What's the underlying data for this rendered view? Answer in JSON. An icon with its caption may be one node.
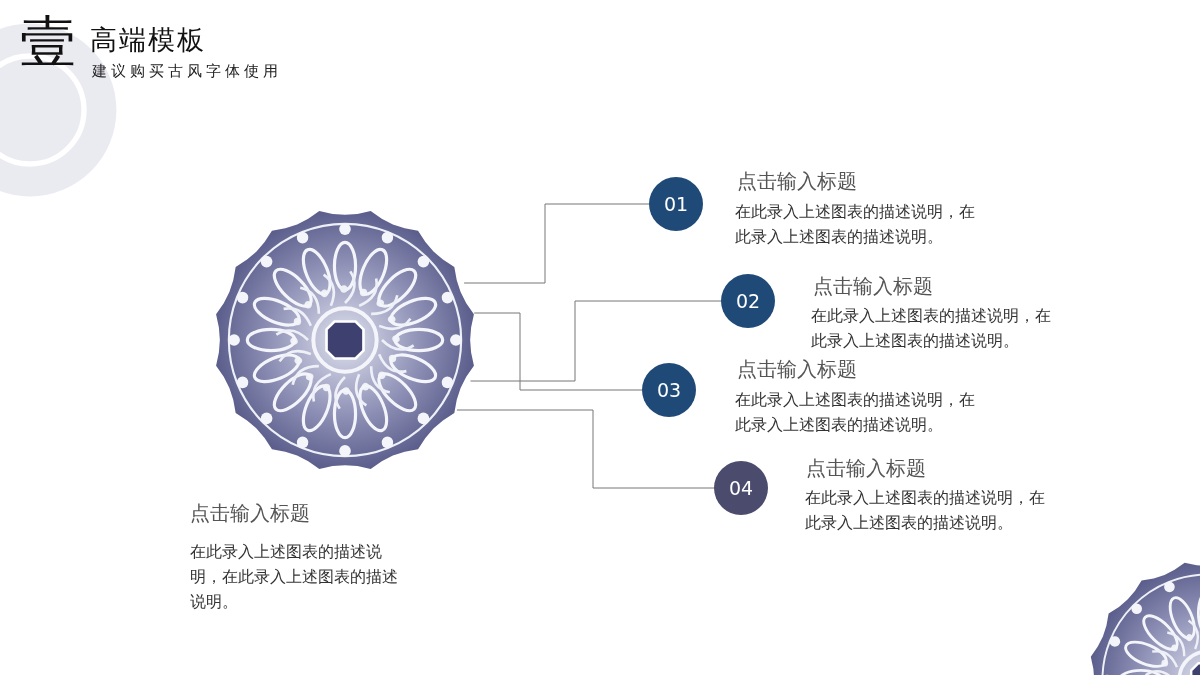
{
  "diagram": {
    "title": "高端模板",
    "nodes": [
      {
        "text": [],
        "shape": "picture",
        "beside": [
          "点击输入标题",
          "在此录入上述图表的描述说明，在此录入上述图表的描述说明。"
        ]
      },
      {
        "text": [
          "01"
        ],
        "beside": [
          "点击输入标题",
          "在此录入上述图表的描述说明，在此录入上述图表的描述说明。"
        ]
      },
      {
        "text": [
          "02"
        ],
        "beside": [
          "点击输入标题",
          "在此录入上述图表的描述说明，在此录入上述图表的描述说明。"
        ]
      },
      {
        "text": [
          "03"
        ],
        "beside": [
          "点击输入标题",
          "在此录入上述图表的描述说明，在此录入上述图表的描述说明。"
        ]
      },
      {
        "text": [
          "04"
        ],
        "beside": [
          "点击输入标题",
          "在此录入上述图表的描述说明，在此录入上述图表的描述说明。"
        ]
      }
    ],
    "edges": [
      {
        "from": 0,
        "to": 1,
        "arrow": "none"
      },
      {
        "from": 0,
        "to": 2,
        "arrow": "none"
      },
      {
        "from": 0,
        "to": 3,
        "arrow": "none"
      },
      {
        "from": 0,
        "to": 4,
        "arrow": "none"
      }
    ],
    "labels": [
      "壹",
      "建议购买古风字体使用"
    ]
  }
}
